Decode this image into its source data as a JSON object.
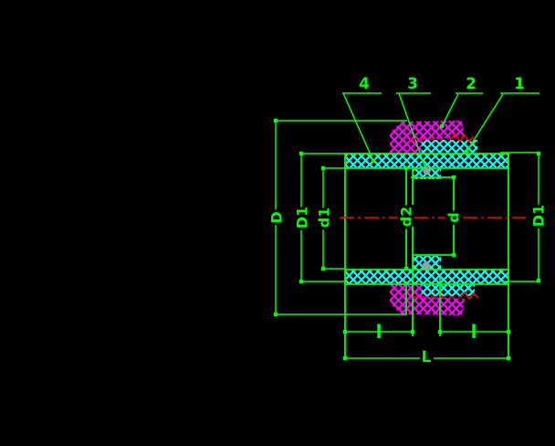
{
  "colors": {
    "background": "#000000",
    "line": "#00ff00",
    "hatch_chain": "#00ffff",
    "hatch_seal": "#ff00ff",
    "centerline": "#ff0000",
    "pin": "#9c9c9c"
  },
  "callouts": {
    "c4": "4",
    "c3": "3",
    "c2": "2",
    "c1": "1"
  },
  "dims": {
    "outer_diameter": "D",
    "left_outer": "D1",
    "left_bore": "d1",
    "mid_bore": "d2",
    "shaft": "d",
    "right_outer": "D1",
    "total_length": "L",
    "hub_left": "l",
    "hub_right": "l"
  }
}
